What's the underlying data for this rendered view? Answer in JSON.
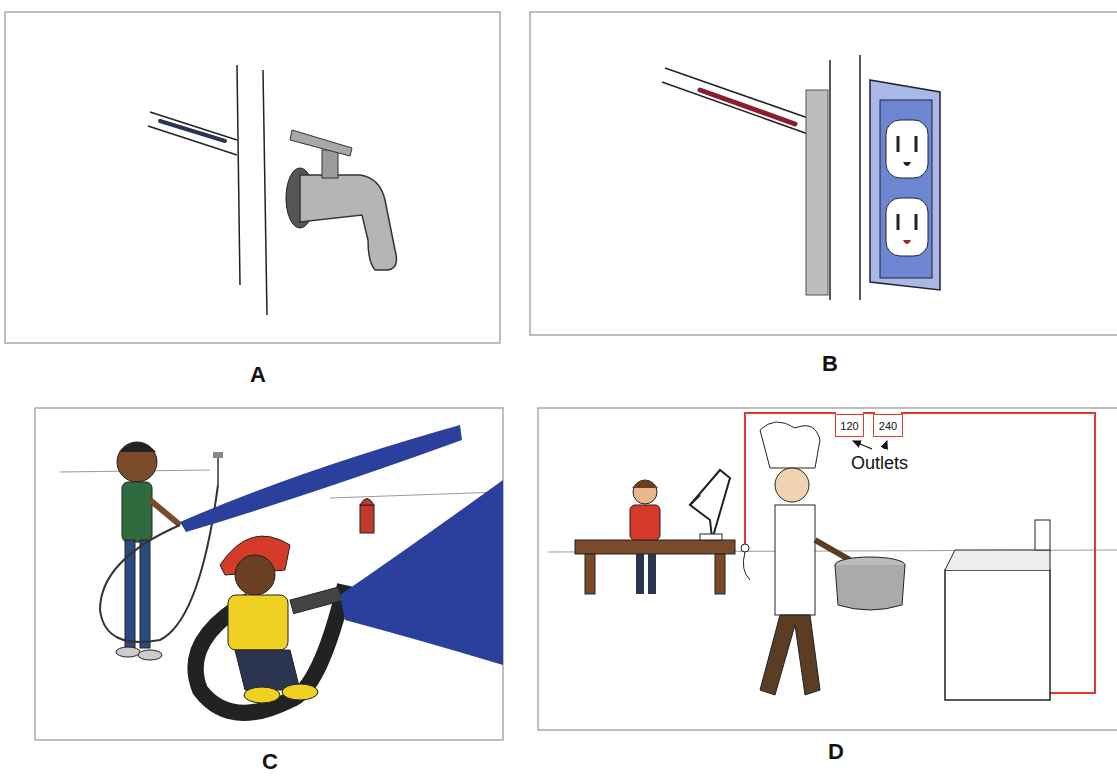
{
  "diagram": {
    "nodes": [
      {
        "text": [
          "120"
        ]
      },
      {
        "text": [
          "240"
        ]
      }
    ],
    "labels": [
      "A",
      "B",
      "C",
      "D",
      "Outlets"
    ]
  }
}
